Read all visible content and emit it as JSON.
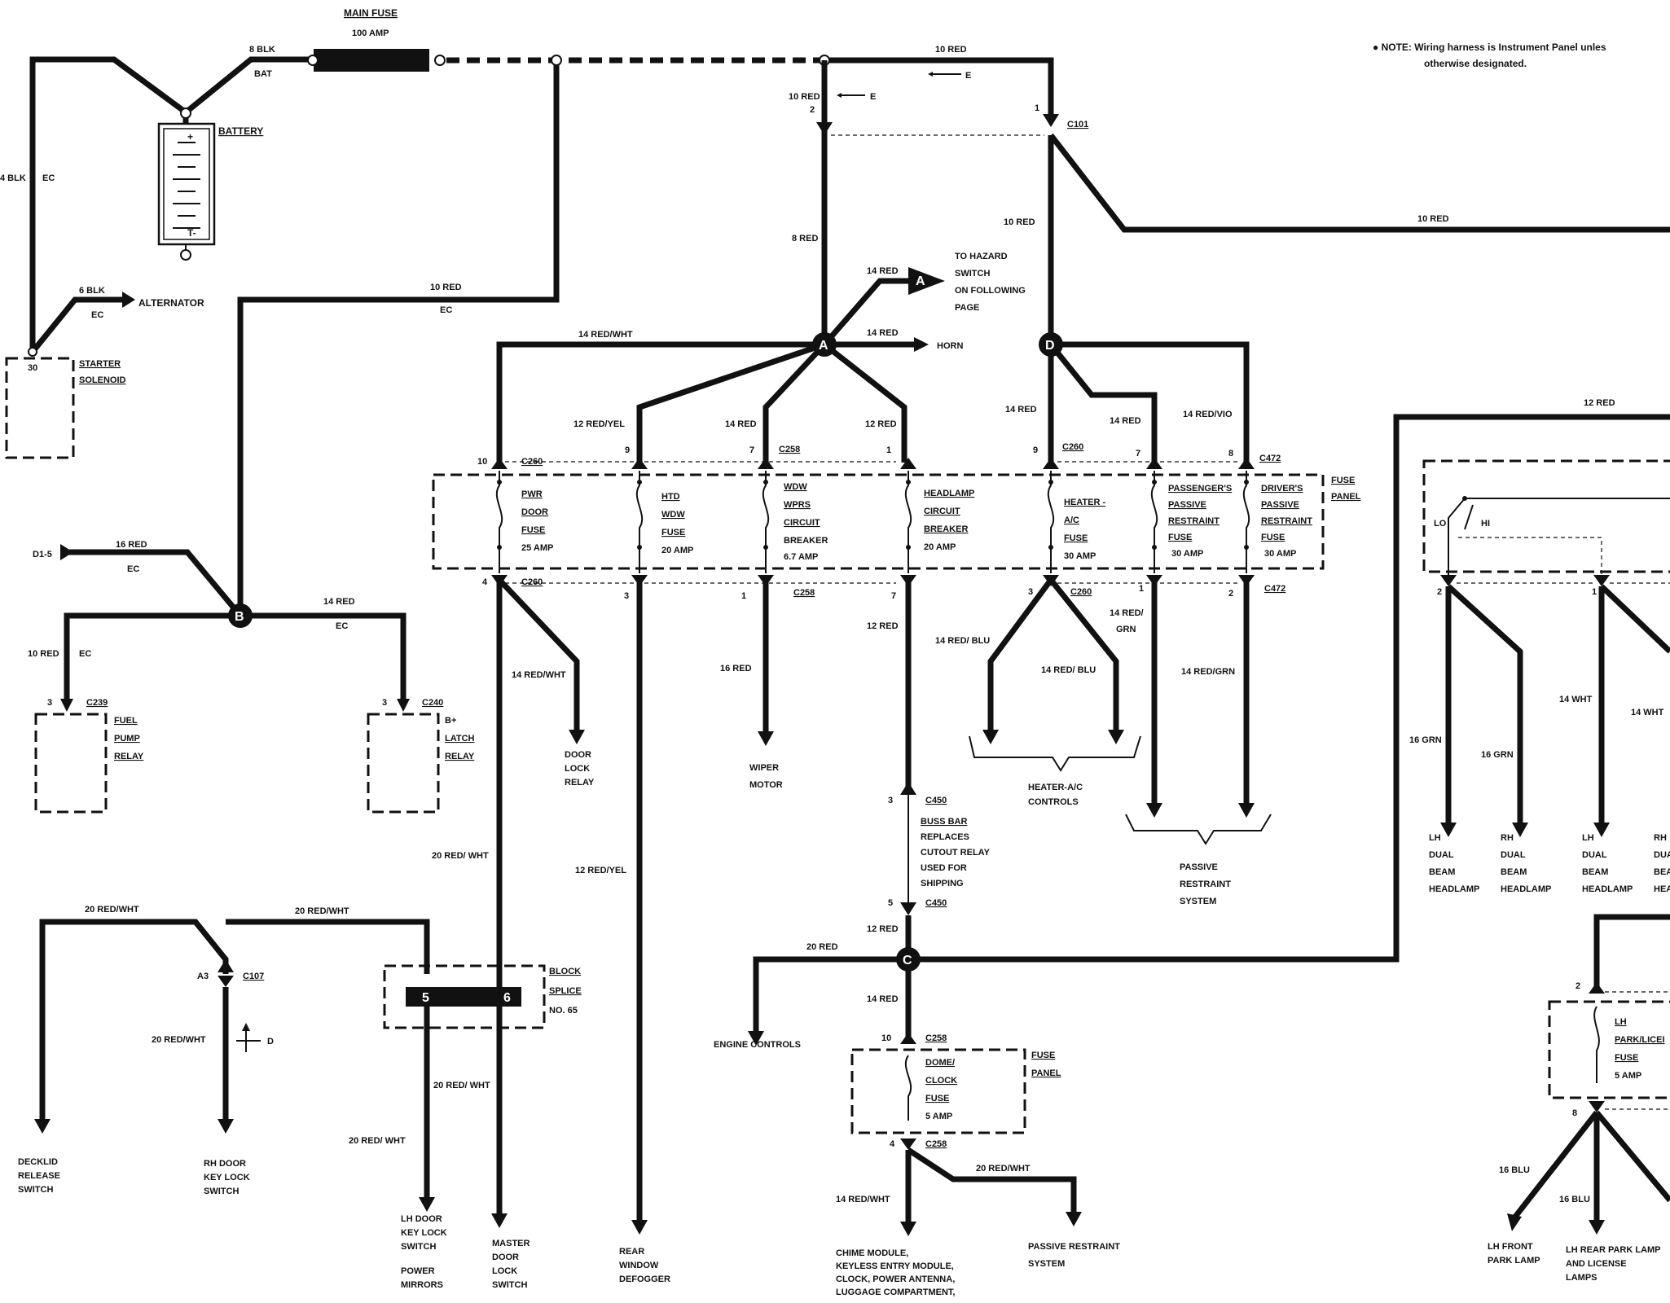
{
  "note": {
    "line1": "● NOTE: Wiring harness is Instrument Panel unles",
    "line2": "otherwise designated."
  },
  "main_fuse": {
    "title": "MAIN FUSE",
    "rating": "100 AMP"
  },
  "battery": {
    "label": "BATTERY",
    "wire": "8 BLK",
    "bat": "BAT"
  },
  "starter": {
    "pin": "30",
    "label1": "STARTER",
    "label2": "SOLENOID",
    "wire": "4 BLK",
    "harness": "EC"
  },
  "alternator": {
    "label": "ALTERNATOR",
    "wire": "6 BLK",
    "harness": "EC"
  },
  "wires": {
    "w10red_ec": "10 RED",
    "ec": "EC",
    "w10red_top": "10 RED",
    "e_arrow1": "E",
    "e_arrow2": "E",
    "w10red_c2": "10 RED",
    "pin2": "2",
    "pin1": "1",
    "c101": "C101",
    "w8red": "8 RED",
    "w10red_d": "10 RED",
    "w10red_right": "10 RED",
    "w14red_hazard": "14 RED",
    "hazard1": "TO HAZARD",
    "hazard2": "SWITCH",
    "hazard3": "ON FOLLOWING",
    "hazard4": "PAGE",
    "w14red_horn": "14 RED",
    "horn": "HORN",
    "w14redwht": "14 RED/WHT",
    "w12redyel": "12 RED/YEL",
    "w14red_wdw": "14 RED",
    "w12red_hl": "12 RED",
    "w14red_heater": "14 RED",
    "w14red_pass": "14 RED",
    "w14redvio": "14 RED/VIO",
    "w12red_right": "12  RED",
    "w16red_ec": "16 RED",
    "d15": "D1-5",
    "w14red_b": "14 RED",
    "w10red_b": "10 RED"
  },
  "fuse_panel": {
    "label1": "FUSE",
    "label2": "PANEL",
    "pins_top": [
      "10",
      "9",
      "7",
      "1",
      "9",
      "7",
      "8"
    ],
    "conn_top": [
      "C260",
      "C258",
      "C260",
      "C472"
    ],
    "pins_bot": [
      "4",
      "3",
      "1",
      "7",
      "3",
      "1",
      "2"
    ],
    "conn_bot": [
      "C260",
      "C258",
      "C260",
      "C472"
    ],
    "fuses": [
      {
        "l1": "PWR",
        "l2": "DOOR",
        "l3": "FUSE",
        "l4": "25 AMP"
      },
      {
        "l1": "HTD",
        "l2": "WDW",
        "l3": "FUSE",
        "l4": "20 AMP"
      },
      {
        "l1": "WDW",
        "l2": "WPRS",
        "l3": "CIRCUIT",
        "l4": "BREAKER",
        "l5": "6.7  AMP"
      },
      {
        "l1": "HEADLAMP",
        "l2": "CIRCUIT",
        "l3": "BREAKER",
        "l4": "20 AMP"
      },
      {
        "l1": "HEATER -",
        "l2": "A/C",
        "l3": "FUSE",
        "l4": "30 AMP"
      },
      {
        "l1": "PASSENGER'S",
        "l2": "PASSIVE",
        "l3": "RESTRAINT",
        "l4": "FUSE",
        "l5": "30 AMP"
      },
      {
        "l1": "DRIVER'S",
        "l2": "PASSIVE",
        "l3": "RESTRAINT",
        "l4": "FUSE",
        "l5": "30 AMP"
      }
    ]
  },
  "outputs": {
    "door_lock_wire": "14 RED/WHT",
    "door_lock1": "DOOR",
    "door_lock2": "LOCK",
    "door_lock3": "RELAY",
    "wiper_wire": "16 RED",
    "wiper1": "WIPER",
    "wiper2": "MOTOR",
    "rear_wire": "12 RED/YEL",
    "rear1": "REAR",
    "rear2": "WINDOW",
    "rear3": "DEFOGGER",
    "heater_wire1": "14 RED/ BLU",
    "heater_wire2": "14 RED/ BLU",
    "heater1": "HEATER-A/C",
    "heater2": "CONTROLS",
    "pr_wire1a": "14 RED/",
    "pr_wire1b": "GRN",
    "pr_wire2": "14 RED/GRN",
    "pr1": "PASSIVE",
    "pr2": "RESTRAINT",
    "pr3": "SYSTEM",
    "hl_wire": "12 RED",
    "c450_pin3": "3",
    "c450_a": "C450",
    "c450_pin5": "5",
    "c450_b": "C450",
    "buss1": "BUSS  BAR",
    "buss2": "REPLACES",
    "buss3": "CUTOUT RELAY",
    "buss4": "USED FOR",
    "buss5": "SHIPPING",
    "w12red_c": "12 RED",
    "w20red": "20 RED",
    "engine": "ENGINE CONTROLS",
    "w14red_dome": "14 RED",
    "dome_pin10": "10",
    "dome_c258a": "C258",
    "dome1": "DOME/",
    "dome2": "CLOCK",
    "dome3": "FUSE",
    "dome4": "5 AMP",
    "dome_panel1": "FUSE",
    "dome_panel2": "PANEL",
    "dome_pin4": "4",
    "dome_c258b": "C258",
    "w20redwht_pr": "20 RED/WHT",
    "pr_sys1": "PASSIVE RESTRAINT",
    "pr_sys2": "SYSTEM",
    "w14redwht_chime": "14 RED/WHT",
    "chime1": "CHIME MODULE,",
    "chime2": "KEYLESS ENTRY MODULE,",
    "chime3": "CLOCK, POWER ANTENNA,",
    "chime4": "LUGGAGE COMPARTMENT,"
  },
  "relays": {
    "pin_fuel": "3",
    "c239": "C239",
    "fuel1": "FUEL",
    "fuel2": "PUMP",
    "fuel3": "RELAY",
    "pin_latch": "3",
    "c240": "C240",
    "latch0": "B+",
    "latch1": "LATCH",
    "latch2": "RELAY",
    "ec1": "EC",
    "ec2": "EC",
    "ec3": "EC"
  },
  "lower_left": {
    "w20redwht_a": "20 RED/WHT",
    "w20redwht_b": "20 RED/WHT",
    "a3": "A3",
    "c107": "C107",
    "w20redwht_c": "20 RED/WHT",
    "d": "D",
    "decklid1": "DECKLID",
    "decklid2": "RELEASE",
    "decklid3": "SWITCH",
    "rh1": "RH DOOR",
    "rh2": "KEY LOCK",
    "rh3": "SWITCH",
    "block1": "BLOCK",
    "block2": "SPLICE",
    "block3": "NO. 65",
    "pin5": "5",
    "pin6": "6",
    "w20redwht_d": "20 RED/ WHT",
    "w20redwht_e": "20 RED/ WHT",
    "w20redwht_f": "20 RED/ WHT",
    "lh1": "LH DOOR",
    "lh2": "KEY LOCK",
    "lh3": "SWITCH",
    "lh4": "POWER",
    "lh5": "MIRRORS",
    "master1": "MASTER",
    "master2": "DOOR",
    "master3": "LOCK",
    "master4": "SWITCH"
  },
  "headlamps": {
    "lo": "LO",
    "hi": "HI",
    "pin2": "2",
    "pin1": "1",
    "w16grn_a": "16 GRN",
    "w16grn_b": "16 GRN",
    "w14wht_a": "14 WHT",
    "w14wht_b": "14 WHT",
    "lh_a1": "LH",
    "lh_a2": "DUAL",
    "lh_a3": "BEAM",
    "lh_a4": "HEADLAMP",
    "rh_a1": "RH",
    "rh_a2": "DUAL",
    "rh_a3": "BEAM",
    "rh_a4": "HEADLAMP",
    "lh_b1": "LH",
    "lh_b2": "DUAL",
    "lh_b3": "BEAM",
    "lh_b4": "HEADLAMP",
    "rh_b1": "RH",
    "rh_b2": "DUA",
    "rh_b3": "BEA",
    "rh_b4": "HEA"
  },
  "park": {
    "pin2": "2",
    "l1": "LH",
    "l2": "PARK/LICEI",
    "l3": "FUSE",
    "l4": "5 AMP",
    "pin8": "8",
    "w16blu_a": "16 BLU",
    "w16blu_b": "16 BLU",
    "front1": "LH FRONT",
    "front2": "PARK LAMP",
    "rear1": "LH REAR PARK LAMP",
    "rear2": "AND LICENSE",
    "rear3": "LAMPS"
  },
  "nodes": {
    "a": "A",
    "b": "B",
    "c": "C",
    "d": "D",
    "a_flag": "A"
  }
}
